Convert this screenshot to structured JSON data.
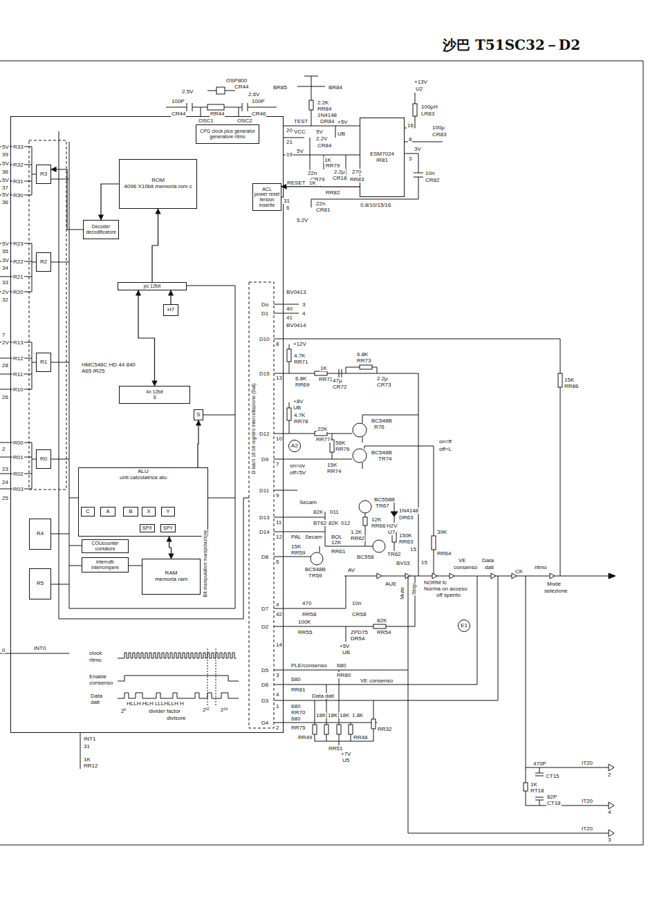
{
  "diagram": {
    "title": "沙巴 T51SC32－D2",
    "nodes": [
      {
        "text": [
          "HMC546C HD 44 840 A65 IR25"
        ]
      },
      {
        "text": [
          "CPG clock plus generator generatore ritmo"
        ],
        "in": 0
      },
      {
        "text": [
          "ROM",
          "4096 X10bit memoria rom c"
        ],
        "in": 0
      },
      {
        "text": [
          "Decoder decodificatore"
        ],
        "in": 0
      },
      {
        "text": [
          "R3"
        ],
        "in": 0
      },
      {
        "text": [
          "R2"
        ],
        "in": 0
      },
      {
        "text": [
          "R1"
        ],
        "in": 0
      },
      {
        "text": [
          "R0"
        ],
        "in": 0
      },
      {
        "text": [
          "pc 12bit"
        ],
        "in": 0
      },
      {
        "text": [
          "H7"
        ],
        "in": 0
      },
      {
        "text": [
          "4x 12bit",
          "S"
        ],
        "in": 0
      },
      {
        "text": [
          "S"
        ],
        "in": 0
      },
      {
        "text": [
          "ALU",
          "unit calcolatrice alu"
        ],
        "in": 0
      },
      {
        "text": [
          "C"
        ],
        "in": 12
      },
      {
        "text": [
          "A"
        ],
        "in": 12
      },
      {
        "text": [
          "B"
        ],
        "in": 12
      },
      {
        "text": [
          "X"
        ],
        "in": 12
      },
      {
        "text": [
          "Y"
        ],
        "in": 12
      },
      {
        "text": [
          "SPX"
        ],
        "in": 12
      },
      {
        "text": [
          "SPY"
        ],
        "in": 12
      },
      {
        "text": [
          "R4"
        ],
        "in": 0
      },
      {
        "text": [
          "R5"
        ],
        "in": 0
      },
      {
        "text": [
          "COUcounter contatore"
        ],
        "in": 0
      },
      {
        "text": [
          "interruttr interrompere"
        ],
        "in": 0
      },
      {
        "text": [
          "RAM",
          "memoria ram"
        ],
        "in": 0
      },
      {
        "text": [
          "ACL",
          "power reset fersion inserite"
        ],
        "in": 0
      },
      {
        "text": [
          "ESM7024",
          "IR81"
        ]
      },
      {
        "text": [
          "A2"
        ]
      },
      {
        "text": [
          "E1"
        ]
      }
    ],
    "edges": [
      {
        "from": 8,
        "to": 2,
        "arrow": "to"
      },
      {
        "from": 2,
        "to": 3,
        "arrow": "to"
      },
      {
        "from": 10,
        "to": 8,
        "arrow": "both"
      },
      {
        "from": 9,
        "to": 8,
        "arrow": "to"
      },
      {
        "from": 3,
        "to": 4,
        "arrow": "to"
      },
      {
        "from": 12,
        "to": 11,
        "arrow": "to"
      },
      {
        "from": 24,
        "to": 12,
        "arrow": "both"
      },
      {
        "from": 26,
        "to": 25,
        "arrow": "to"
      }
    ],
    "labels": [
      "5V",
      "R33",
      "39",
      "5V",
      "R32",
      "36",
      "5V",
      "R31",
      "37",
      "5V",
      "R30",
      "36",
      "5V",
      "R23",
      "35",
      "3V",
      "R22",
      "34",
      "33",
      "R21",
      "2V",
      "R20",
      "32",
      "7",
      "2V",
      "R13",
      "R12",
      "28",
      "R11",
      "26",
      "R10",
      "2",
      "R00",
      "R01",
      "23",
      "R02",
      "24",
      "R03",
      "25",
      "INT0",
      "0",
      "INT1",
      "31",
      "1K",
      "RR12",
      "OSP800",
      "CR44",
      "2.5V",
      "2.6V",
      "100P",
      "CR44",
      "RR44",
      "100P",
      "CR46",
      "OSC1",
      "OSC2",
      "BR85",
      "BR84",
      "2.2K",
      "RR84",
      "1N4148",
      "TEST",
      "DR84",
      "VCC",
      "5V",
      "+5V",
      "UB",
      "20",
      "21",
      "2.2V",
      "CR84",
      "19",
      "5V",
      "1K",
      "RR79",
      "2.2μ",
      "270",
      "22n",
      "CR79",
      "CR18",
      "RR83",
      "RESET",
      "1K",
      "RR82",
      "31",
      "6",
      "22n",
      "CR81",
      "5.2V",
      "0.8/10/15/16",
      "16",
      "8",
      "3V",
      "3",
      "+13V",
      "U2",
      "100μH",
      "LR83",
      "100μ",
      "CR83",
      "10n",
      "CR82",
      "D latch 16 bit registro intercettazione (Dat)",
      "Do",
      "D1",
      "D10",
      "D15",
      "D12",
      "D9",
      "D11",
      "D13",
      "D14",
      "D8",
      "D7",
      "D2",
      "D5",
      "D6",
      "D3",
      "D4",
      "BV0413",
      "3",
      "40",
      "4",
      "41",
      "BV0414",
      "8",
      "+12V",
      "4.7K",
      "RR71",
      "13",
      "6.8K",
      "RR69",
      "1K",
      "RR72",
      "6.8K",
      "RR73",
      "47μ",
      "CR72",
      "2.2μ",
      "CR73",
      "+8V",
      "UB",
      "4.7K",
      "RR78",
      "10",
      "22K",
      "RR77",
      "56K",
      "RR76",
      "BC548B",
      "R76",
      "BC548B",
      "TR74",
      "7",
      "on=ov",
      "off=5V",
      "15K",
      "RR74",
      "on=ff",
      "off=L",
      "15K",
      "RR86",
      "9",
      "Secam",
      "82K",
      "011",
      "BT62",
      "11",
      "82K",
      "012",
      "12",
      "PAL",
      "Secam",
      "BQL",
      "15K",
      "RR59",
      "12K",
      "RR61",
      "6",
      "BC548B",
      "TR59",
      "BC558B",
      "TR67",
      "1N4148",
      "DR63",
      "12K",
      "RR66",
      "1.2K",
      "RR62",
      "H2V",
      "U7",
      "BC558",
      "TR62",
      "150K",
      "RR63",
      "39K",
      "RR64",
      "15",
      "15",
      "BV03",
      "AV",
      "VE",
      "consenso",
      "Data",
      "dati",
      "CK",
      "ritmo",
      "AUE",
      "Mute",
      "Stop",
      "NORM fc",
      "Norma on acceso",
      "off spento",
      "Mode",
      "selezione",
      "4",
      "470",
      "10n",
      "42",
      "RR58",
      "CR58",
      "100K",
      "RR55",
      "ZPD75",
      "DR54",
      "82K",
      "RR54",
      "14",
      "+5V",
      "UB",
      "680",
      "3",
      "PLE/consenso",
      "RR80",
      "680",
      "RR81",
      "VE consenso",
      "4",
      "Data dati",
      "1",
      "680",
      "RR70",
      "2",
      "680",
      "RR75",
      "18K",
      "18K",
      "18K",
      "1.8K",
      "RR49",
      "RR51",
      "RR48",
      "RR32",
      "+7V",
      "U5",
      "470P",
      "CT15",
      "IT20",
      "2",
      "1K",
      "RT18",
      "82P",
      "CT18",
      "IT20",
      "4",
      "IT20",
      "3",
      "clock",
      "ritmo",
      "Enable",
      "consenso",
      "Data",
      "dati",
      "HLLH HLH LLLHLLH H",
      "2⁰",
      "divider factor",
      "divisore",
      "2¹²",
      "2¹⁸",
      "Bit manipulation manipolazione"
    ]
  }
}
